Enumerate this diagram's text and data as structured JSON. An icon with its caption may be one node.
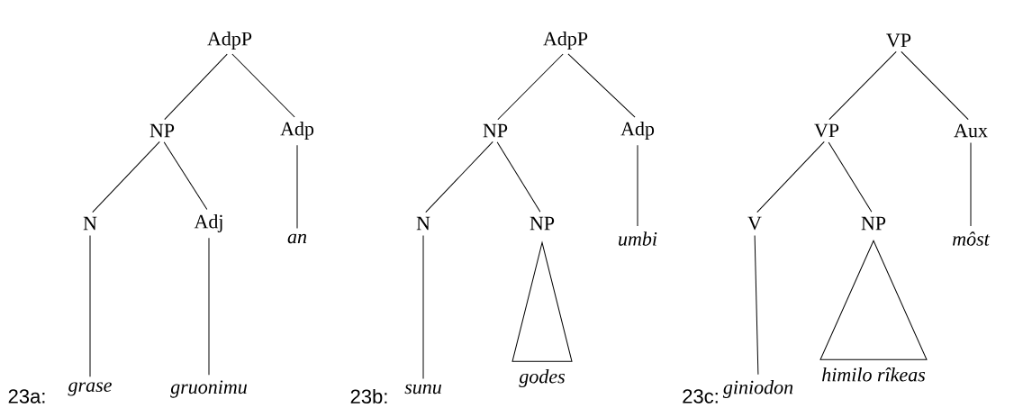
{
  "diagram": {
    "nodes": [
      {
        "text": [
          "AdpP"
        ]
      },
      {
        "text": [
          "NP"
        ]
      },
      {
        "text": [
          "Adp"
        ]
      },
      {
        "text": [
          "N"
        ]
      },
      {
        "text": [
          "Adj"
        ]
      },
      {
        "text": [
          "an"
        ]
      },
      {
        "text": [
          "grase"
        ]
      },
      {
        "text": [
          "gruonimu"
        ]
      },
      {
        "text": [
          "AdpP"
        ]
      },
      {
        "text": [
          "NP"
        ]
      },
      {
        "text": [
          "Adp"
        ]
      },
      {
        "text": [
          "N"
        ]
      },
      {
        "text": [
          "NP"
        ]
      },
      {
        "text": [
          "umbi"
        ]
      },
      {
        "text": [
          "sunu"
        ]
      },
      {
        "text": [],
        "shape": "triangle",
        "beside": [
          "godes"
        ]
      },
      {
        "text": [
          "VP"
        ]
      },
      {
        "text": [
          "VP"
        ]
      },
      {
        "text": [
          "Aux"
        ]
      },
      {
        "text": [
          "V"
        ]
      },
      {
        "text": [
          "NP"
        ]
      },
      {
        "text": [
          "môst"
        ]
      },
      {
        "text": [
          "giniodon"
        ]
      },
      {
        "text": [],
        "shape": "triangle",
        "beside": [
          "himilo rîkeas"
        ]
      }
    ],
    "edges": [
      {
        "from": 0,
        "to": 1,
        "arrow": "none"
      },
      {
        "from": 0,
        "to": 2,
        "arrow": "none"
      },
      {
        "from": 1,
        "to": 3,
        "arrow": "none"
      },
      {
        "from": 1,
        "to": 4,
        "arrow": "none"
      },
      {
        "from": 2,
        "to": 5,
        "arrow": "none"
      },
      {
        "from": 3,
        "to": 6,
        "arrow": "none"
      },
      {
        "from": 4,
        "to": 7,
        "arrow": "none"
      },
      {
        "from": 8,
        "to": 9,
        "arrow": "none"
      },
      {
        "from": 8,
        "to": 10,
        "arrow": "none"
      },
      {
        "from": 9,
        "to": 11,
        "arrow": "none"
      },
      {
        "from": 9,
        "to": 12,
        "arrow": "none"
      },
      {
        "from": 10,
        "to": 13,
        "arrow": "none"
      },
      {
        "from": 11,
        "to": 14,
        "arrow": "none"
      },
      {
        "from": 16,
        "to": 17,
        "arrow": "none"
      },
      {
        "from": 16,
        "to": 18,
        "arrow": "none"
      },
      {
        "from": 17,
        "to": 19,
        "arrow": "none"
      },
      {
        "from": 17,
        "to": 20,
        "arrow": "none"
      },
      {
        "from": 18,
        "to": 21,
        "arrow": "none"
      },
      {
        "from": 19,
        "to": 22,
        "arrow": "none"
      }
    ],
    "labels": [
      "23a:",
      "23b:",
      "23c:"
    ]
  }
}
